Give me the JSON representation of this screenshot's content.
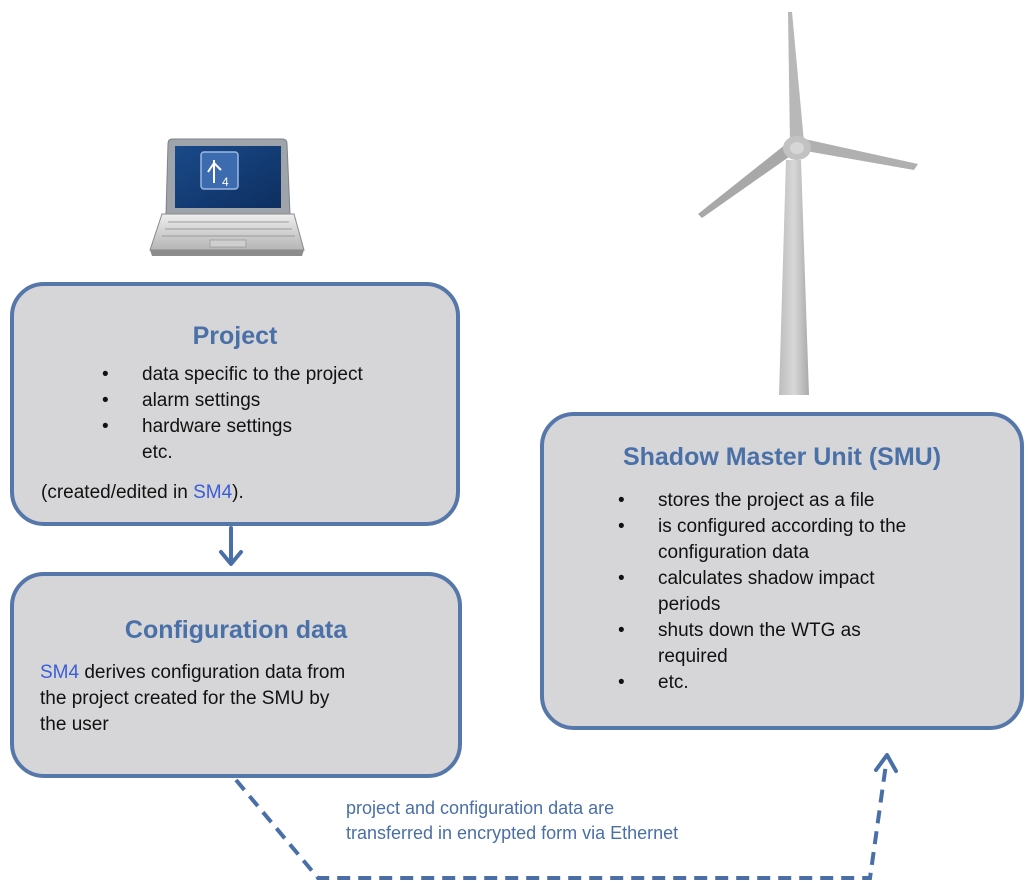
{
  "project": {
    "title": "Project",
    "items": [
      "data specific to the project",
      "alarm settings",
      "hardware settings",
      "etc."
    ],
    "footer_prefix": "(created/edited in ",
    "footer_accent": "SM4",
    "footer_suffix": ")."
  },
  "configuration": {
    "title": "Configuration data",
    "accent": "SM4",
    "text_line1": " derives configuration data from",
    "text_line2": "the project created for the SMU by",
    "text_line3": "the user"
  },
  "smu": {
    "title": "Shadow Master Unit (SMU)",
    "items": [
      [
        "stores the project as a file"
      ],
      [
        "is configured according to the",
        "configuration data"
      ],
      [
        "calculates shadow impact",
        "periods"
      ],
      [
        "shuts down the WTG as",
        "required"
      ],
      [
        "etc."
      ]
    ]
  },
  "transfer_note": {
    "line1": "project and configuration data are",
    "line2": "transferred in encrypted form via Ethernet"
  },
  "laptop": {
    "screen_label": "4"
  },
  "colors": {
    "box_fill": "#d6d6d8",
    "box_border": "#5577aa",
    "title": "#4a70a8",
    "accent": "#3a5dd9",
    "arrow": "#4a6fa8"
  }
}
